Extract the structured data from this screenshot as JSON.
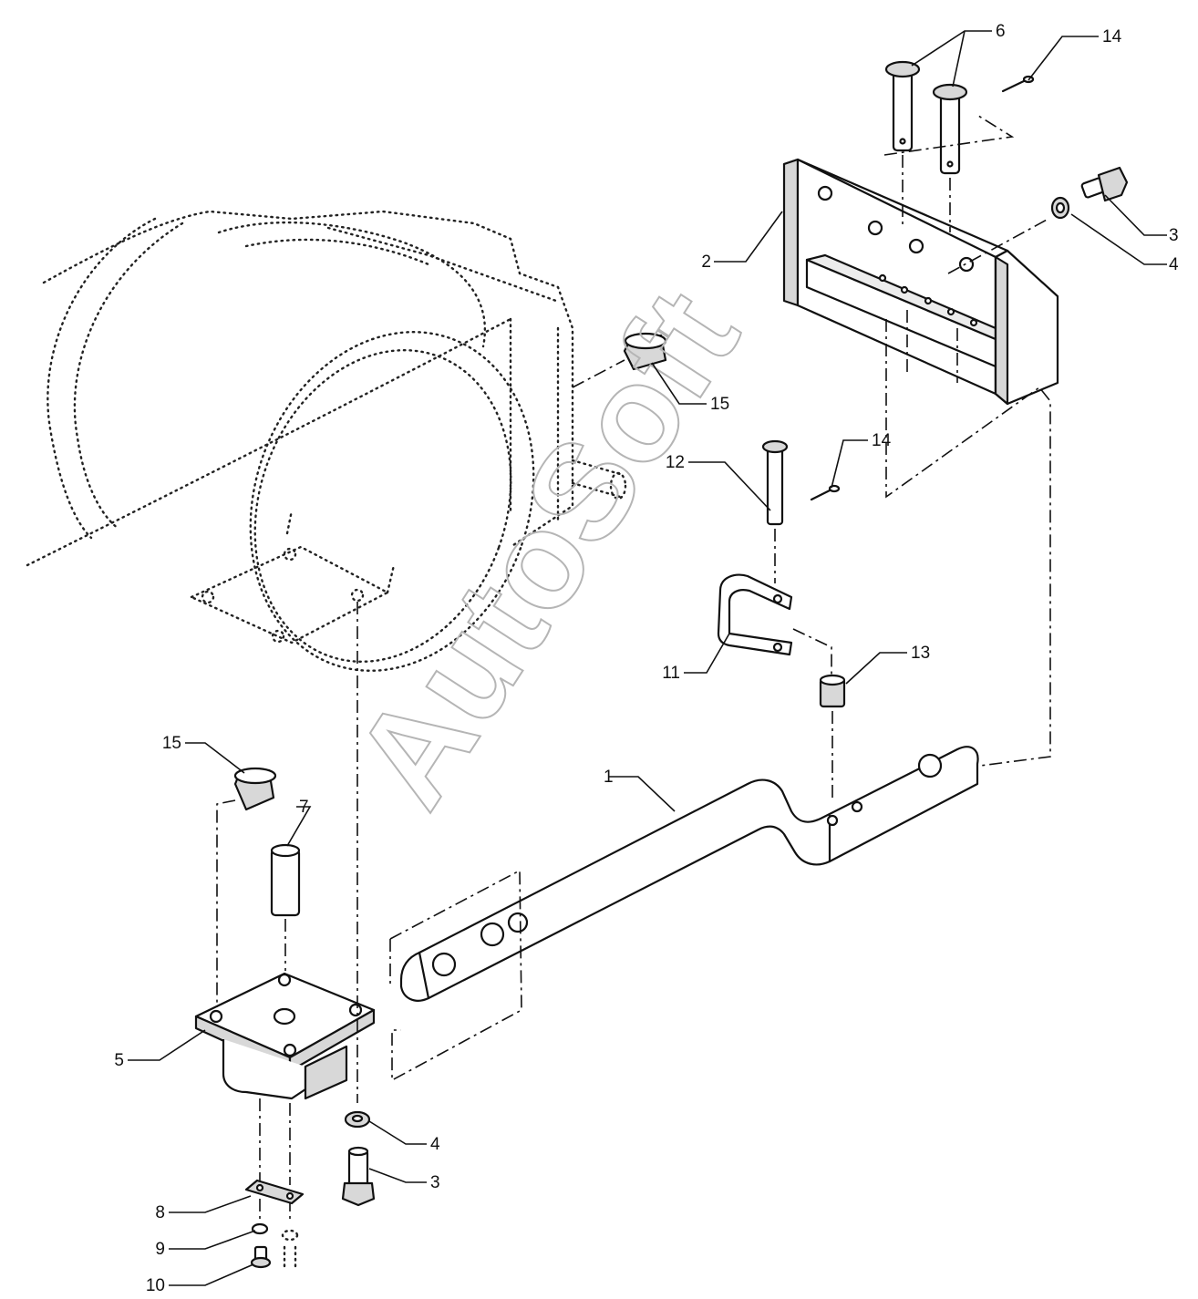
{
  "watermark": "AutoSoft",
  "callouts": [
    {
      "id": "c1",
      "text": "1"
    },
    {
      "id": "c2",
      "text": "2"
    },
    {
      "id": "c3a",
      "text": "3"
    },
    {
      "id": "c3b",
      "text": "3"
    },
    {
      "id": "c4a",
      "text": "4"
    },
    {
      "id": "c4b",
      "text": "4"
    },
    {
      "id": "c5",
      "text": "5"
    },
    {
      "id": "c6",
      "text": "6"
    },
    {
      "id": "c7",
      "text": "7"
    },
    {
      "id": "c8",
      "text": "8"
    },
    {
      "id": "c9",
      "text": "9"
    },
    {
      "id": "c10",
      "text": "10"
    },
    {
      "id": "c11",
      "text": "11"
    },
    {
      "id": "c12",
      "text": "12"
    },
    {
      "id": "c13",
      "text": "13"
    },
    {
      "id": "c14a",
      "text": "14"
    },
    {
      "id": "c14b",
      "text": "14"
    },
    {
      "id": "c15a",
      "text": "15"
    },
    {
      "id": "c15b",
      "text": "15"
    }
  ]
}
